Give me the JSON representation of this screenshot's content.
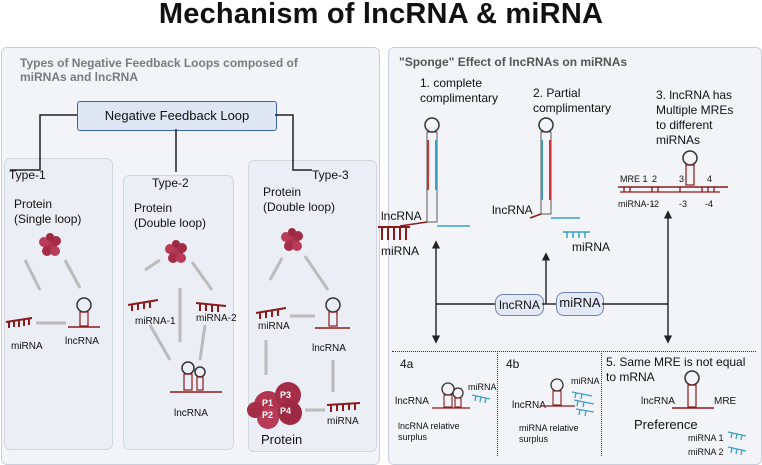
{
  "title": "Mechanism of  lncRNA & miRNA",
  "left_panel": {
    "heading_line1": "Types of Negative Feedback Loops composed of",
    "heading_line2": "miRNAs and lncRNA",
    "center_box": "Negative Feedback Loop",
    "type1": {
      "label": "Type-1",
      "protein_line1": "Protein",
      "protein_line2": "(Single loop)",
      "mirna": "miRNA",
      "lncrna": "lncRNA"
    },
    "type2": {
      "label": "Type-2",
      "protein_line1": "Protein",
      "protein_line2": "(Double loop)",
      "mirna1": "miRNA-1",
      "mirna2": "miRNA-2",
      "lncrna": "lncRNA"
    },
    "type3": {
      "label": "Type-3",
      "protein_line1": "Protein",
      "protein_line2": "(Double loop)",
      "mirna_top": "miRNA",
      "lncrna": "lncRNA",
      "mirna_bottom": "miRNA",
      "protein_bottom": "Protein",
      "subunits": [
        "P1",
        "P2",
        "P3",
        "P4"
      ]
    }
  },
  "right_panel": {
    "heading": "\"Sponge\" Effect of lncRNAs on miRNAs",
    "s1_line1": "1. complete",
    "s1_line2": "complimentary",
    "s2_line1": "2. Partial",
    "s2_line2": "complimentary",
    "s3_line1": "3. lncRNA has",
    "s3_line2": "Multiple MREs",
    "s3_line3": "to different",
    "s3_line4": "miRNAs",
    "s1_lncrna": "lncRNA",
    "s1_mirna": "miRNA",
    "s2_lncrna": "lncRNA",
    "s2_mirna": "miRNA",
    "mre_labels": [
      "MRE 1",
      "2",
      "3",
      "4"
    ],
    "mirna_labels": [
      "miRNA-1",
      "-2",
      "-3",
      "-4"
    ],
    "center_lncrna": "lncRNA",
    "center_mirna": "miRNA",
    "s4a": {
      "label": "4a",
      "lncrna": "lncRNA",
      "mirna": "miRNA",
      "caption_line1": "lncRNA relative",
      "caption_line2": "surplus"
    },
    "s4b": {
      "label": "4b",
      "lncrna": "lncRNA",
      "mirna": "miRNA",
      "caption_line1": "miRNA relative",
      "caption_line2": "surplus"
    },
    "s5": {
      "line1": "5. Same MRE is not equal",
      "line2": "to mRNA",
      "lncrna": "lncRNA",
      "mre": "MRE",
      "preference": "Preference",
      "mirna1": "miRNA 1",
      "mirna2": "miRNA 2"
    }
  },
  "colors": {
    "mirna_red": "#8b1a1a",
    "lncrna_blue": "#3aa0c8",
    "protein": "#b0354f",
    "box_border": "#3a63b0"
  }
}
